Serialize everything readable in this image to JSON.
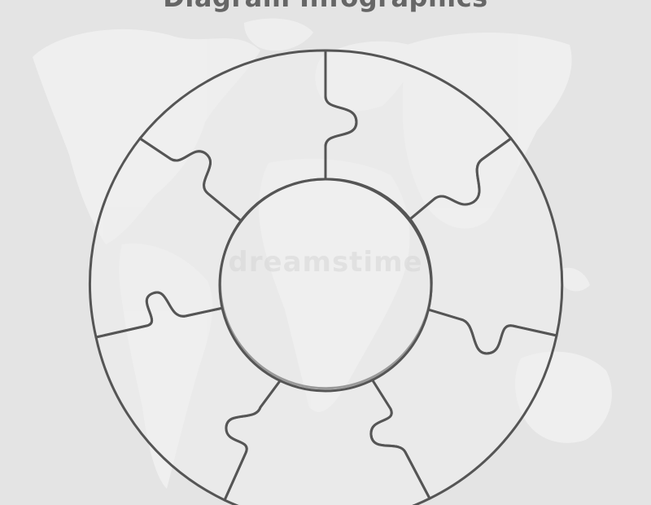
{
  "title": "Diagram Infographics",
  "watermark": "dreamstime",
  "colors": {
    "background": "#e4e4e4",
    "map": "#f0f0f0",
    "piece_fill": "#eeeeee",
    "stroke": "#555555",
    "title": "#666666"
  },
  "diagram": {
    "pieces": [
      {
        "name": "puzzle-piece-1"
      },
      {
        "name": "puzzle-piece-2"
      },
      {
        "name": "puzzle-piece-3"
      },
      {
        "name": "puzzle-piece-4"
      },
      {
        "name": "puzzle-piece-5"
      },
      {
        "name": "puzzle-piece-6"
      }
    ],
    "center": {
      "name": "center-circle"
    }
  }
}
